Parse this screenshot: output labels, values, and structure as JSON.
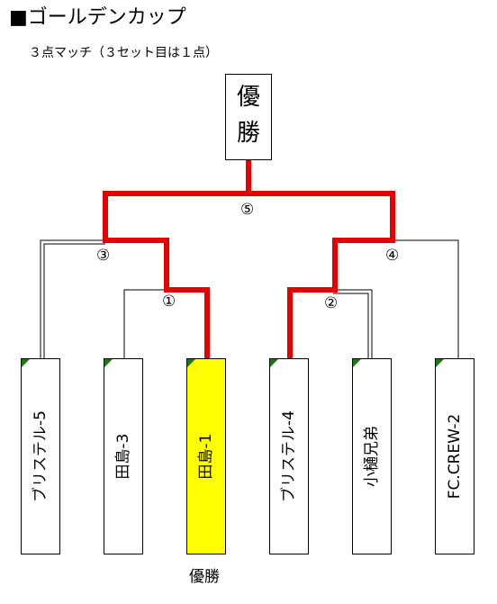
{
  "header": {
    "title": "■ゴールデンカップ",
    "subtitle": "３点マッチ（３セット目は１点）"
  },
  "champion_box": {
    "char1": "優",
    "char2": "勝"
  },
  "teams": [
    {
      "name": "ブリステル-5",
      "winner": false
    },
    {
      "name": "田島-3",
      "winner": false
    },
    {
      "name": "田島-1",
      "winner": true
    },
    {
      "name": "ブリステル-4",
      "winner": false
    },
    {
      "name": "小樋兄弟",
      "winner": false
    },
    {
      "name": "FC.CREW-2",
      "winner": false
    }
  ],
  "matches": [
    "①",
    "②",
    "③",
    "④",
    "⑤"
  ],
  "winner_label": "優勝",
  "colors": {
    "path": "#e60000",
    "winner_fill": "#ffff00",
    "flag": "#1a7a1a"
  }
}
